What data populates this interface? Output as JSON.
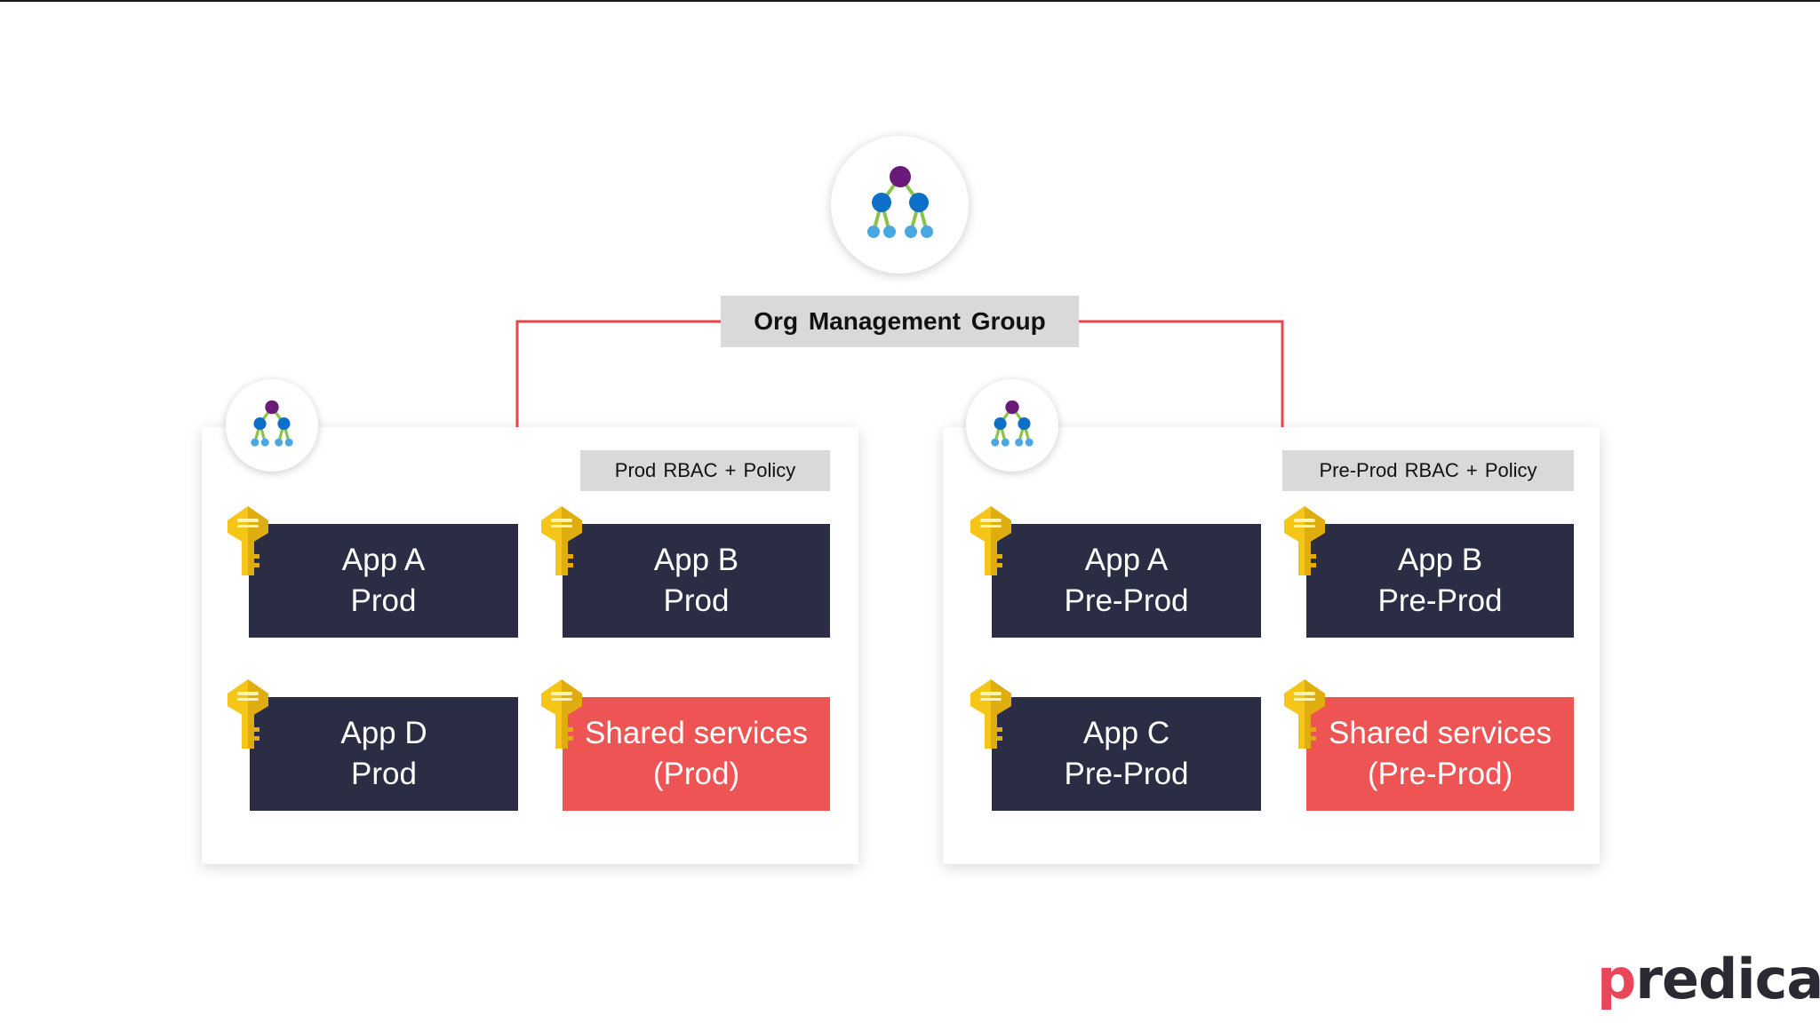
{
  "root": {
    "title": "Org Management Group",
    "icon": "management-group-icon"
  },
  "groups": [
    {
      "policy": "Prod RBAC + Policy",
      "icon": "management-group-icon",
      "subscriptions": [
        {
          "line1": "App A",
          "line2": "Prod",
          "style": "dark",
          "icon": "key-icon"
        },
        {
          "line1": "App B",
          "line2": "Prod",
          "style": "dark",
          "icon": "key-icon"
        },
        {
          "line1": "App D",
          "line2": "Prod",
          "style": "dark",
          "icon": "key-icon"
        },
        {
          "line1": "Shared services",
          "line2": "(Prod)",
          "style": "shared",
          "icon": "key-icon"
        }
      ]
    },
    {
      "policy": "Pre-Prod RBAC + Policy",
      "icon": "management-group-icon",
      "subscriptions": [
        {
          "line1": "App A",
          "line2": "Pre-Prod",
          "style": "dark",
          "icon": "key-icon"
        },
        {
          "line1": "App B",
          "line2": "Pre-Prod",
          "style": "dark",
          "icon": "key-icon"
        },
        {
          "line1": "App C",
          "line2": "Pre-Prod",
          "style": "dark",
          "icon": "key-icon"
        },
        {
          "line1": "Shared services",
          "line2": "(Pre-Prod)",
          "style": "shared",
          "icon": "key-icon"
        }
      ]
    }
  ],
  "colors": {
    "tile_dark": "#2b2d45",
    "tile_shared": "#ef5454",
    "connector": "#e8474a",
    "label_bg": "#d9d9d9",
    "key": "#f5c518"
  },
  "brand": {
    "logo_text": "predica.",
    "accent": "#e8475a"
  }
}
